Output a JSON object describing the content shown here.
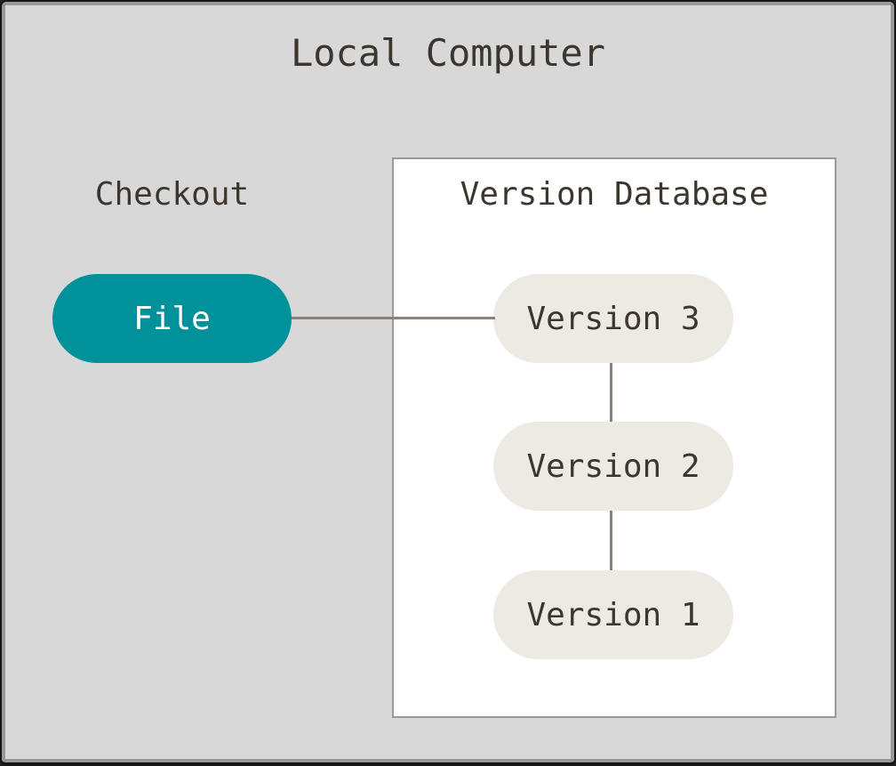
{
  "title": "Local Computer",
  "checkout": {
    "label": "Checkout",
    "file": {
      "label": "File"
    }
  },
  "database": {
    "title": "Version Database",
    "versions": [
      {
        "label": "Version 3"
      },
      {
        "label": "Version 2"
      },
      {
        "label": "Version 1"
      }
    ]
  },
  "connections": [
    {
      "from": "file",
      "to": "version-3",
      "orientation": "horizontal"
    },
    {
      "from": "version-3",
      "to": "version-2",
      "orientation": "vertical"
    },
    {
      "from": "version-2",
      "to": "version-1",
      "orientation": "vertical"
    }
  ],
  "colors": {
    "canvas_background": "#d8d8d8",
    "frame_border": "#999999",
    "outer_edge": "#161616",
    "box_background": "#ffffff",
    "box_border": "#999999",
    "file_pill_fill": "#00919b",
    "file_pill_text": "#ffffff",
    "version_pill_fill": "#eceae3",
    "text": "#3d362f",
    "connector": "#8b8178"
  }
}
